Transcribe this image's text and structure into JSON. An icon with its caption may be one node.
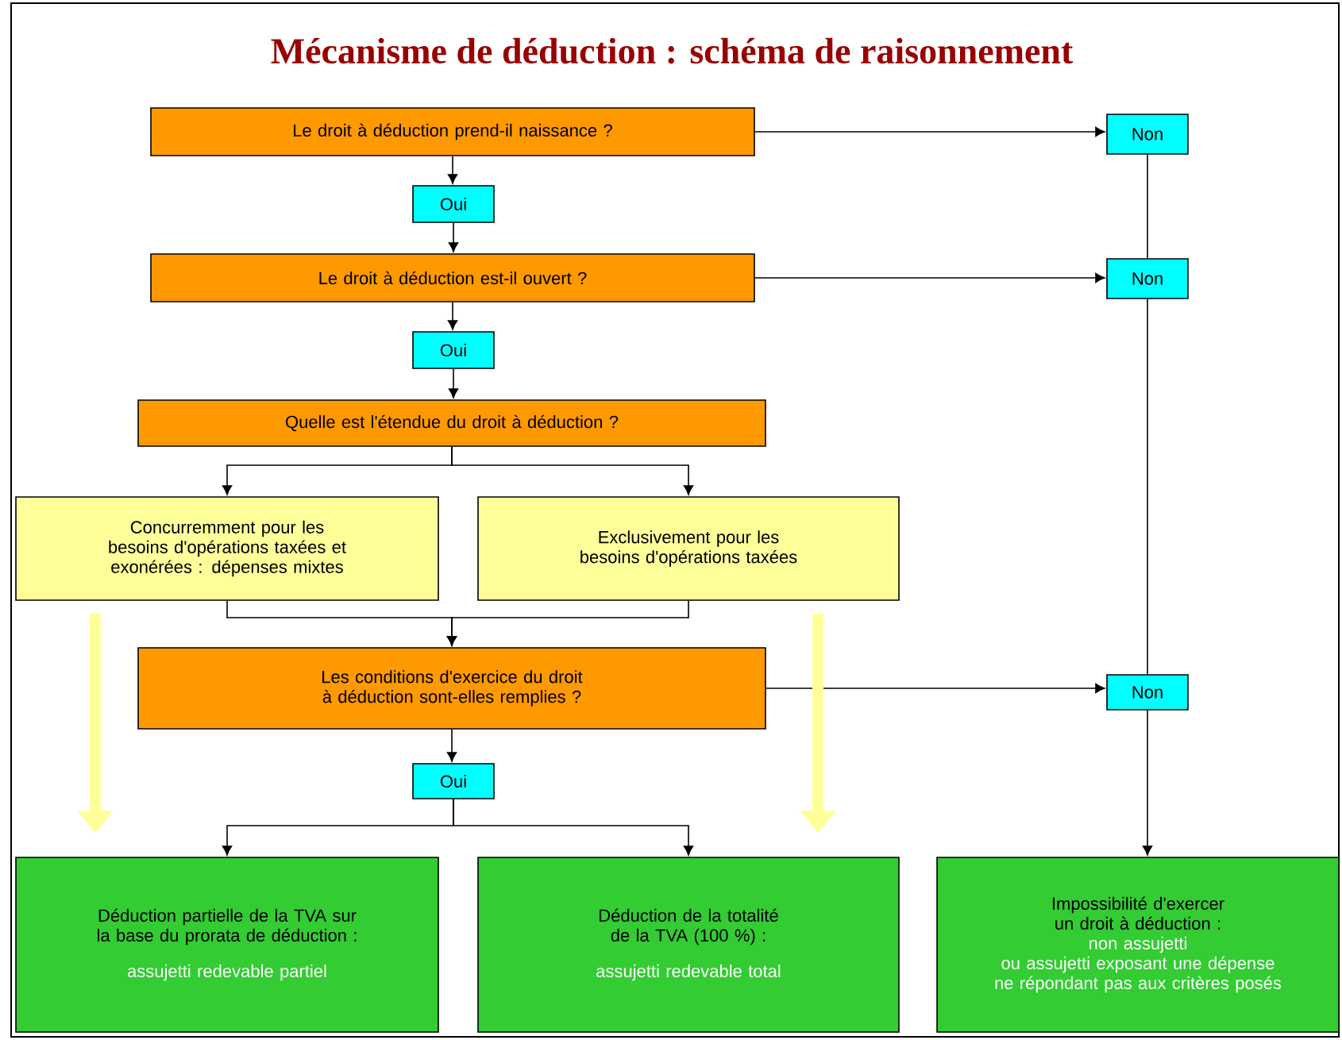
{
  "diagram": {
    "title": "Mécanisme de déduction : schéma de raisonnement",
    "nodes": [
      {
        "text": [
          "Le droit à déduction prend-il naissance ?"
        ]
      },
      {
        "text": [
          "Non"
        ]
      },
      {
        "text": [
          "Oui"
        ]
      },
      {
        "text": [
          "Le droit à déduction est-il ouvert ?"
        ]
      },
      {
        "text": [
          "Non"
        ]
      },
      {
        "text": [
          "Oui"
        ]
      },
      {
        "text": [
          "Quelle est l'étendue du droit à déduction ?"
        ]
      },
      {
        "text": [
          "Concurremment pour les besoins d'opérations taxées et exonérées : dépenses mixtes"
        ]
      },
      {
        "text": [
          "Exclusivement pour les besoins d'opérations taxées"
        ]
      },
      {
        "text": [
          "Les conditions d'exercice du droit à déduction sont-elles remplies ?"
        ]
      },
      {
        "text": [
          "Non"
        ]
      },
      {
        "text": [
          "Oui"
        ]
      },
      {
        "text": [
          "Déduction partielle de la TVA sur la base du prorata de déduction :",
          "assujetti redevable partiel"
        ]
      },
      {
        "text": [
          "Déduction de la totalité de la TVA (100 %) :",
          "assujetti redevable total"
        ]
      },
      {
        "text": [
          "Impossibilité d'exercer un droit à déduction :",
          "non assujetti",
          "ou assujetti exposant une dépense ne répondant pas aux critères posés"
        ]
      }
    ],
    "edges": [
      {
        "from": 0,
        "to": 1,
        "arrow": "to"
      },
      {
        "from": 0,
        "to": 2,
        "arrow": "to"
      },
      {
        "from": 2,
        "to": 3,
        "arrow": "to"
      },
      {
        "from": 3,
        "to": 4,
        "arrow": "to"
      },
      {
        "from": 3,
        "to": 5,
        "arrow": "to"
      },
      {
        "from": 5,
        "to": 6,
        "arrow": "to"
      },
      {
        "from": 6,
        "to": 7,
        "arrow": "to"
      },
      {
        "from": 6,
        "to": 8,
        "arrow": "to"
      },
      {
        "from": 7,
        "to": 9,
        "arrow": "to"
      },
      {
        "from": 8,
        "to": 9,
        "arrow": "to"
      },
      {
        "from": 9,
        "to": 10,
        "arrow": "to"
      },
      {
        "from": 9,
        "to": 11,
        "arrow": "to"
      },
      {
        "from": 11,
        "to": 12,
        "arrow": "to"
      },
      {
        "from": 11,
        "to": 13,
        "arrow": "to"
      },
      {
        "from": 1,
        "to": 4,
        "arrow": "none"
      },
      {
        "from": 4,
        "to": 10,
        "arrow": "none"
      },
      {
        "from": 10,
        "to": 14,
        "arrow": "to"
      },
      {
        "from": 7,
        "to": 12,
        "arrow": "to",
        "style": "thick",
        "color": "#ffff99"
      },
      {
        "from": 8,
        "to": 13,
        "arrow": "to",
        "style": "thick",
        "color": "#ffff99"
      }
    ]
  }
}
